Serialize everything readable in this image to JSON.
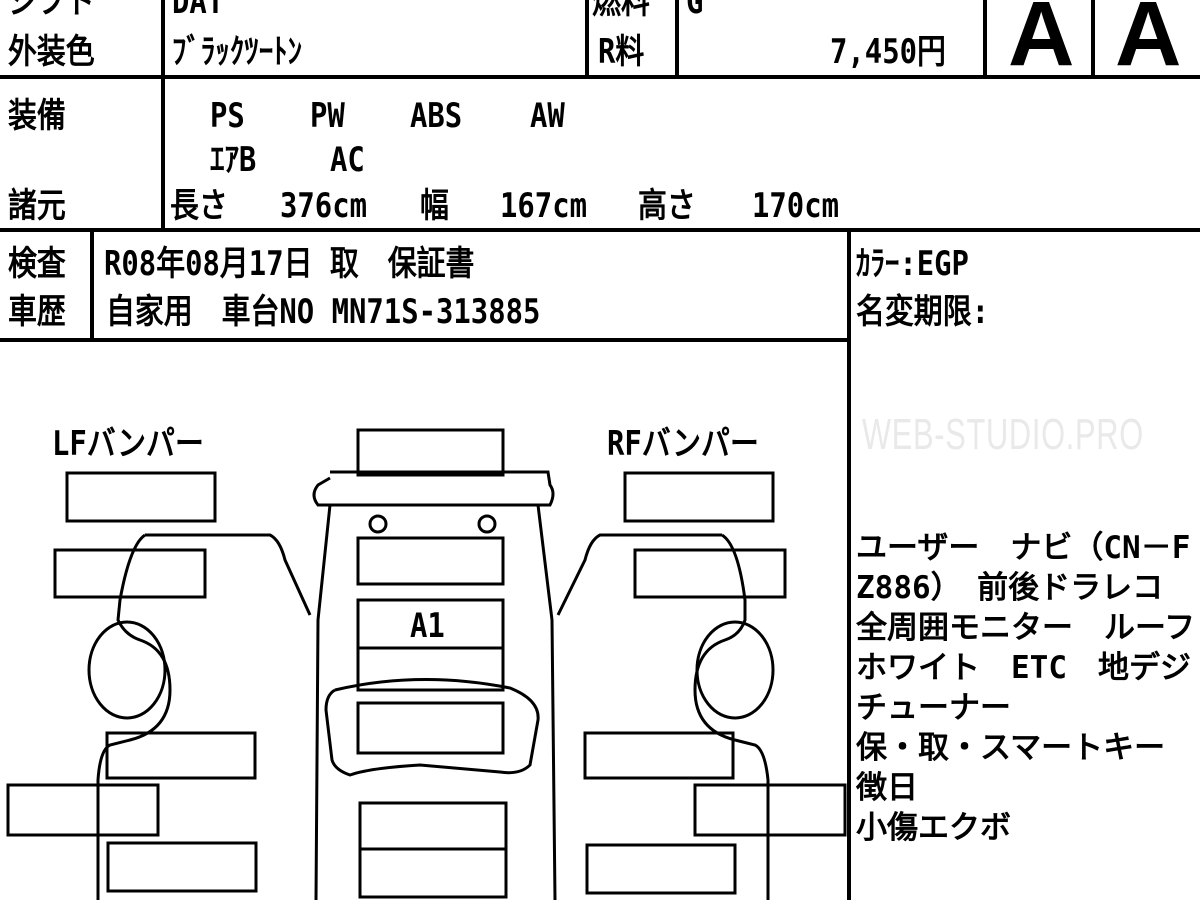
{
  "header": {
    "shift_label": "シフト",
    "shift_value": "DAT",
    "fuel_label": "燃料",
    "fuel_value": "G",
    "exterior_color_label": "外装色",
    "exterior_color_value": "ﾌﾞﾗｯｸﾂｰﾄﾝ",
    "recycle_fee_label": "R料",
    "recycle_fee_value": "7,450円",
    "grade_exterior": "A",
    "grade_interior": "A"
  },
  "equipment": {
    "label": "装備",
    "items": [
      "PS",
      "PW",
      "ABS",
      "AW",
      "ｴｱB",
      "AC"
    ]
  },
  "specs": {
    "label": "諸元",
    "length_label": "長さ",
    "length_value": "376cm",
    "width_label": "幅",
    "width_value": "167cm",
    "height_label": "高さ",
    "height_value": "170cm"
  },
  "inspection": {
    "label": "検査",
    "value": "R08年08月17日 取　保証書"
  },
  "history": {
    "label": "車歴",
    "value": "自家用　車台NO MN71S-313885"
  },
  "side_info": {
    "color_code": "ｶﾗｰ:EGP",
    "name_change_deadline": "名変期限:"
  },
  "diagram": {
    "lf_bumper_label": "LFバンパー",
    "rf_bumper_label": "RFバンパー",
    "damage_marks": [
      {
        "panel": "hood",
        "code": "A1"
      }
    ]
  },
  "notes": "ユーザー　ナビ（CN－FZ886）　前後ドラレコ　全周囲モニター　ルーフホワイト　ETC　地デジチューナー\n保・取・スマートキー\n徴日\n小傷エクボ",
  "watermark": "WEB-STUDIO.PRO"
}
